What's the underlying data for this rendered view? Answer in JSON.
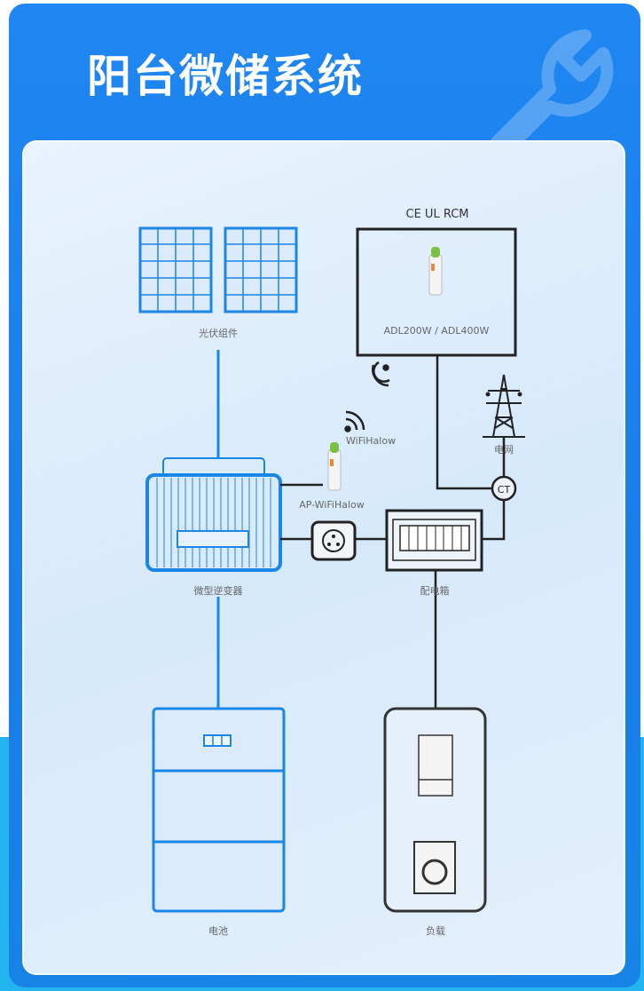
{
  "title": "阳台微储系统",
  "labels": {
    "pv": "光伏组件",
    "inverter": "微型逆变器",
    "distribution_box": "配电箱",
    "grid": "电网",
    "battery": "电池",
    "load": "负载",
    "certs": "CE  UL  RCM",
    "meter_model": "ADL200W / ADL400W",
    "wifi": "WiFiHalow",
    "ap_wifi": "AP-WiFiHalow",
    "ct": "CT"
  },
  "colors": {
    "blue": "#1a86e6",
    "line": "#222222",
    "accent": "#1f86f2"
  }
}
